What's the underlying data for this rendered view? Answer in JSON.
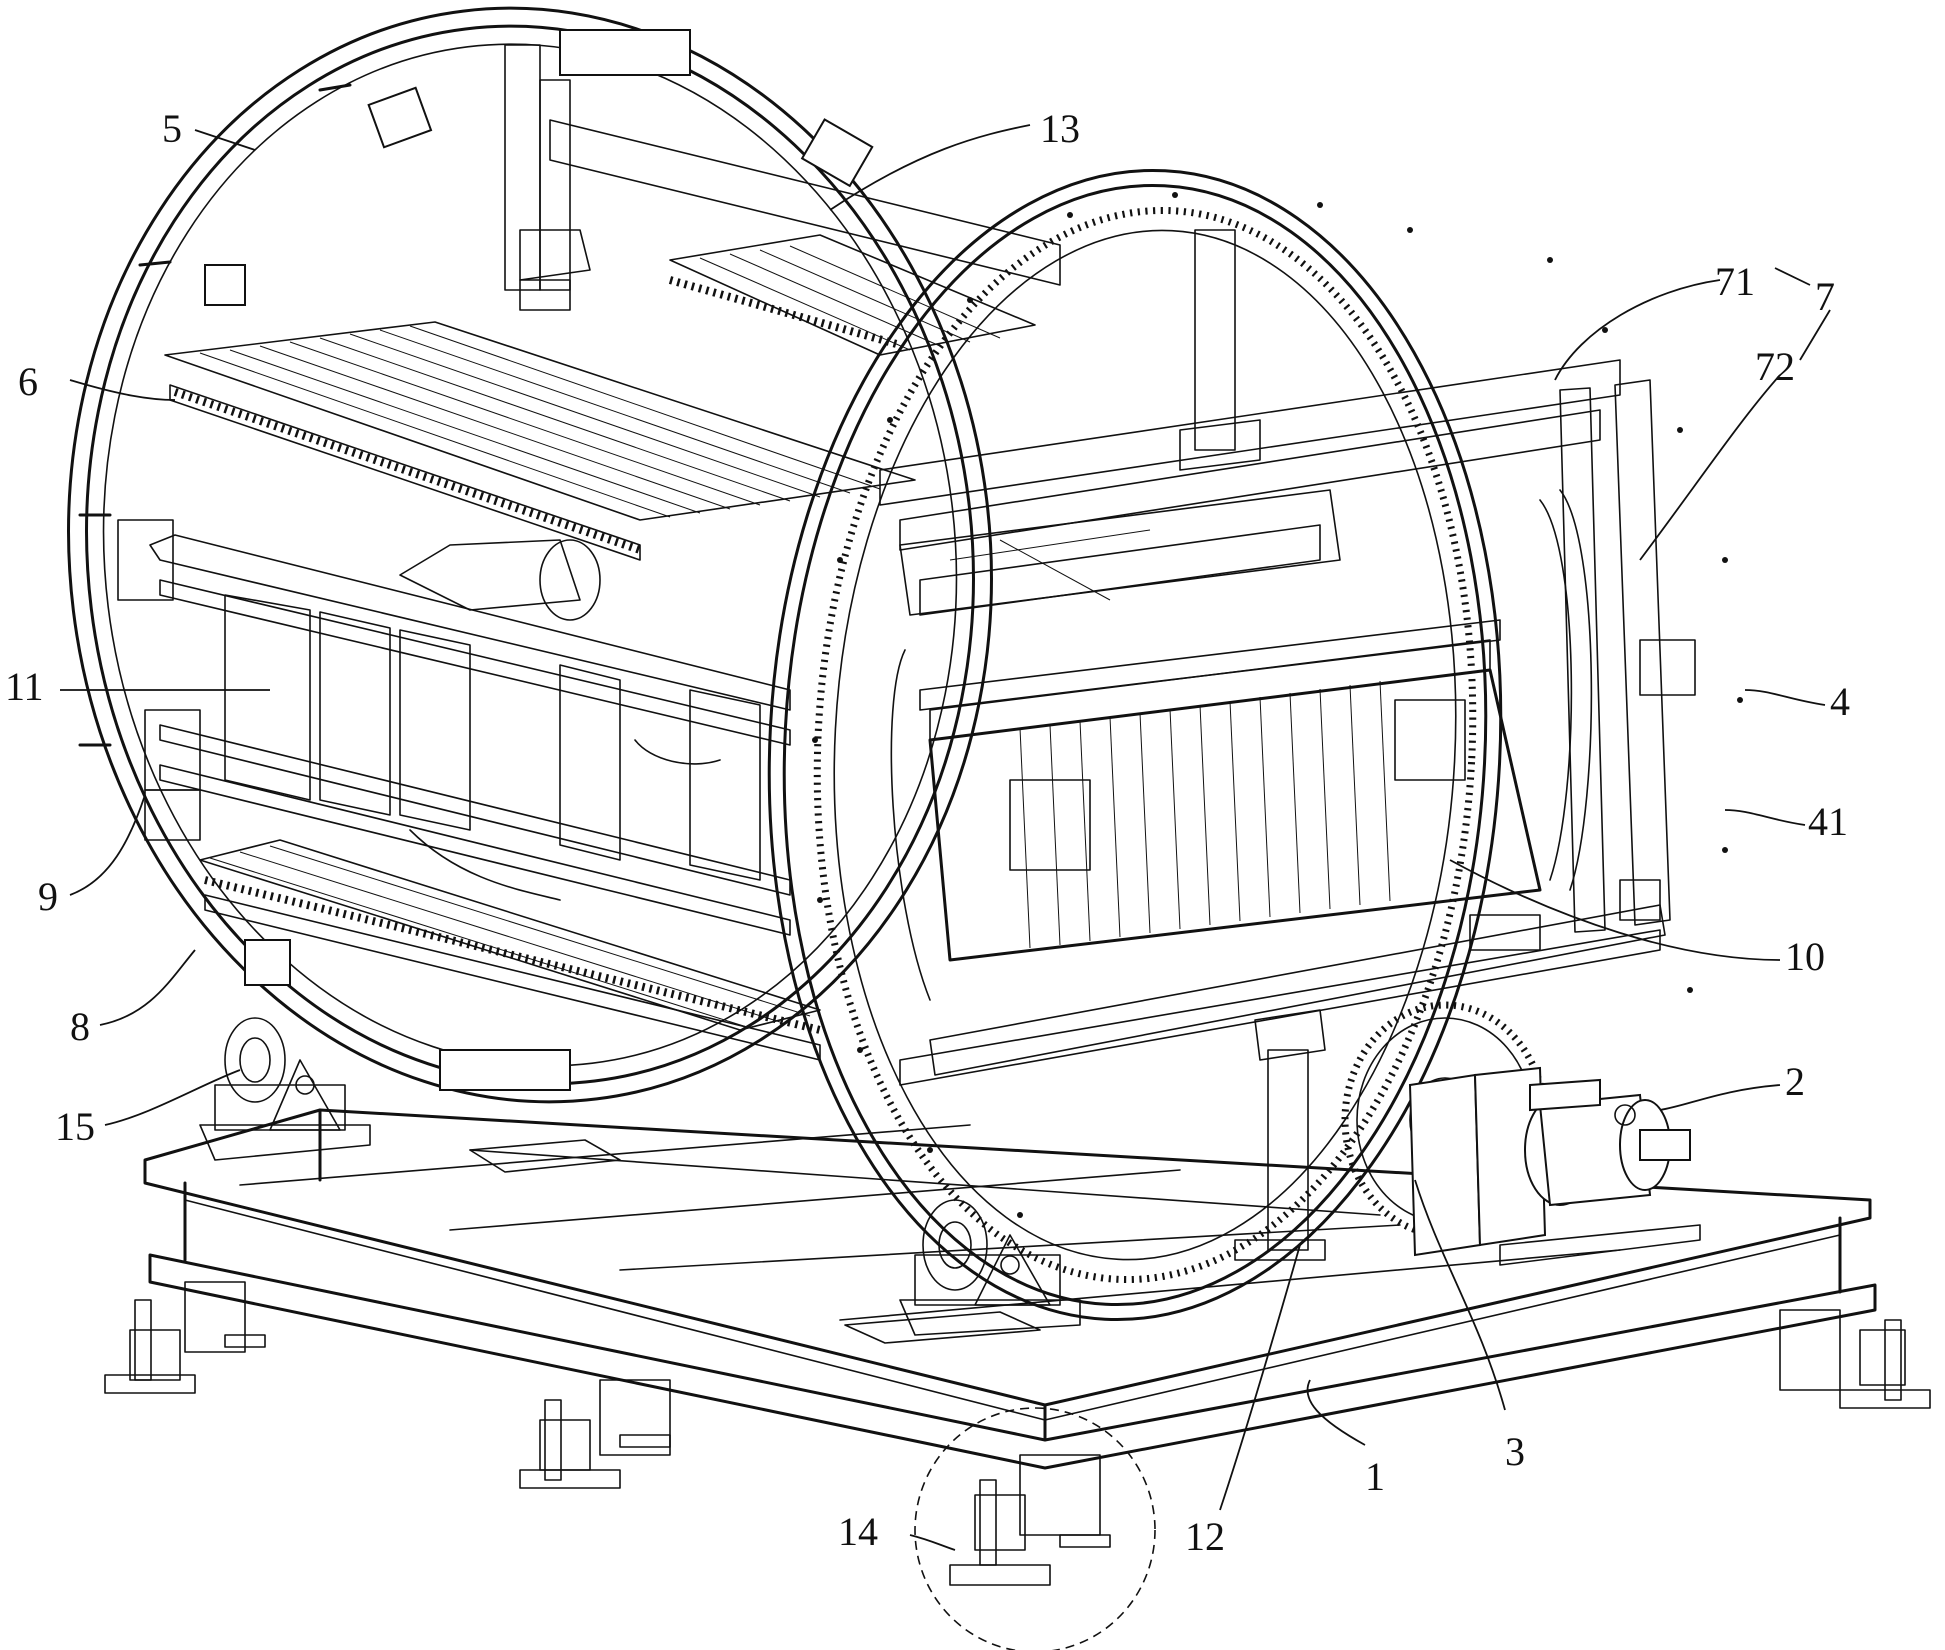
{
  "figure": {
    "labels": [
      {
        "id": "1",
        "text": "1"
      },
      {
        "id": "2",
        "text": "2"
      },
      {
        "id": "3",
        "text": "3"
      },
      {
        "id": "4",
        "text": "4"
      },
      {
        "id": "41",
        "text": "41"
      },
      {
        "id": "5",
        "text": "5"
      },
      {
        "id": "6",
        "text": "6"
      },
      {
        "id": "7",
        "text": "7"
      },
      {
        "id": "71",
        "text": "71"
      },
      {
        "id": "72",
        "text": "72"
      },
      {
        "id": "8",
        "text": "8"
      },
      {
        "id": "9",
        "text": "9"
      },
      {
        "id": "10",
        "text": "10"
      },
      {
        "id": "11",
        "text": "11"
      },
      {
        "id": "12",
        "text": "12"
      },
      {
        "id": "13",
        "text": "13"
      },
      {
        "id": "14",
        "text": "14"
      },
      {
        "id": "15",
        "text": "15"
      }
    ]
  },
  "colors": {
    "line": "#111111",
    "background": "#ffffff"
  }
}
